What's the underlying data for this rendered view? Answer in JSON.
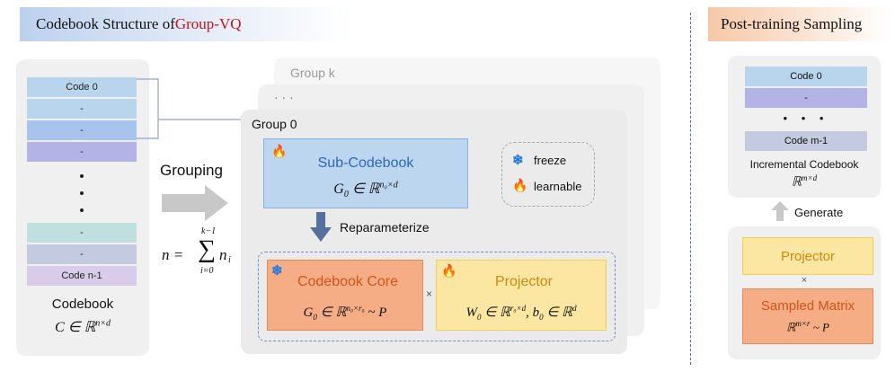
{
  "left_header": {
    "prefix": "Codebook Structure of ",
    "highlight": "Group-VQ",
    "highlight_color": "#c0161c"
  },
  "right_header": {
    "title": "Post-training Sampling"
  },
  "codebook": {
    "rows": [
      "Code 0",
      "-",
      "-",
      "-"
    ],
    "bottom_rows": [
      "-",
      "-",
      "Code n-1"
    ],
    "dots": [
      "•",
      "•",
      "•"
    ],
    "title": "Codebook",
    "formula": "C ∈ ℝ",
    "formula_sup": "n×d"
  },
  "grouping": {
    "label": "Grouping",
    "formula_lhs": "n =",
    "sum_top": "k−1",
    "sum_sym": "∑",
    "sum_bottom": "i=0",
    "sum_term": "n",
    "sum_sub": "i"
  },
  "groups": {
    "back_label": "Group k",
    "mid_label": "· · ·",
    "front_label": "Group 0"
  },
  "sub_codebook": {
    "title": "Sub-Codebook",
    "formula": "G",
    "sub": "0",
    "rest": " ∈ ℝ",
    "sup": "n₀×d"
  },
  "legend": {
    "freeze": "freeze",
    "learnable": "learnable"
  },
  "reparameterize": {
    "label": "Reparameterize"
  },
  "core": {
    "title": "Codebook Core",
    "formula": "G",
    "sub": "0",
    "rest": " ∈ ℝ",
    "sup": "n₀×r₀",
    "tail": " ~ P"
  },
  "times": "×",
  "projector": {
    "title": "Projector",
    "formula_w": "W",
    "sub_w": "0",
    "rest_w": " ∈ ℝ",
    "sup_w": "r₀×d",
    "formula_b": ", b",
    "sub_b": "0",
    "rest_b": " ∈ ℝ",
    "sup_b": "d"
  },
  "sampling": {
    "rows": [
      "Code 0",
      "-"
    ],
    "dots": "• • •",
    "last_row": "Code m-1",
    "title": "Incremental Codebook",
    "formula": "ℝ",
    "formula_sup": "m×d",
    "generate": "Generate",
    "projector": "Projector",
    "times": "×",
    "sampled_title": "Sampled Matrix",
    "sampled_formula": "ℝ",
    "sampled_sup": "m×r",
    "sampled_tail": " ~ P"
  },
  "icons": {
    "flame": "🔥",
    "snowflake": "❄"
  }
}
